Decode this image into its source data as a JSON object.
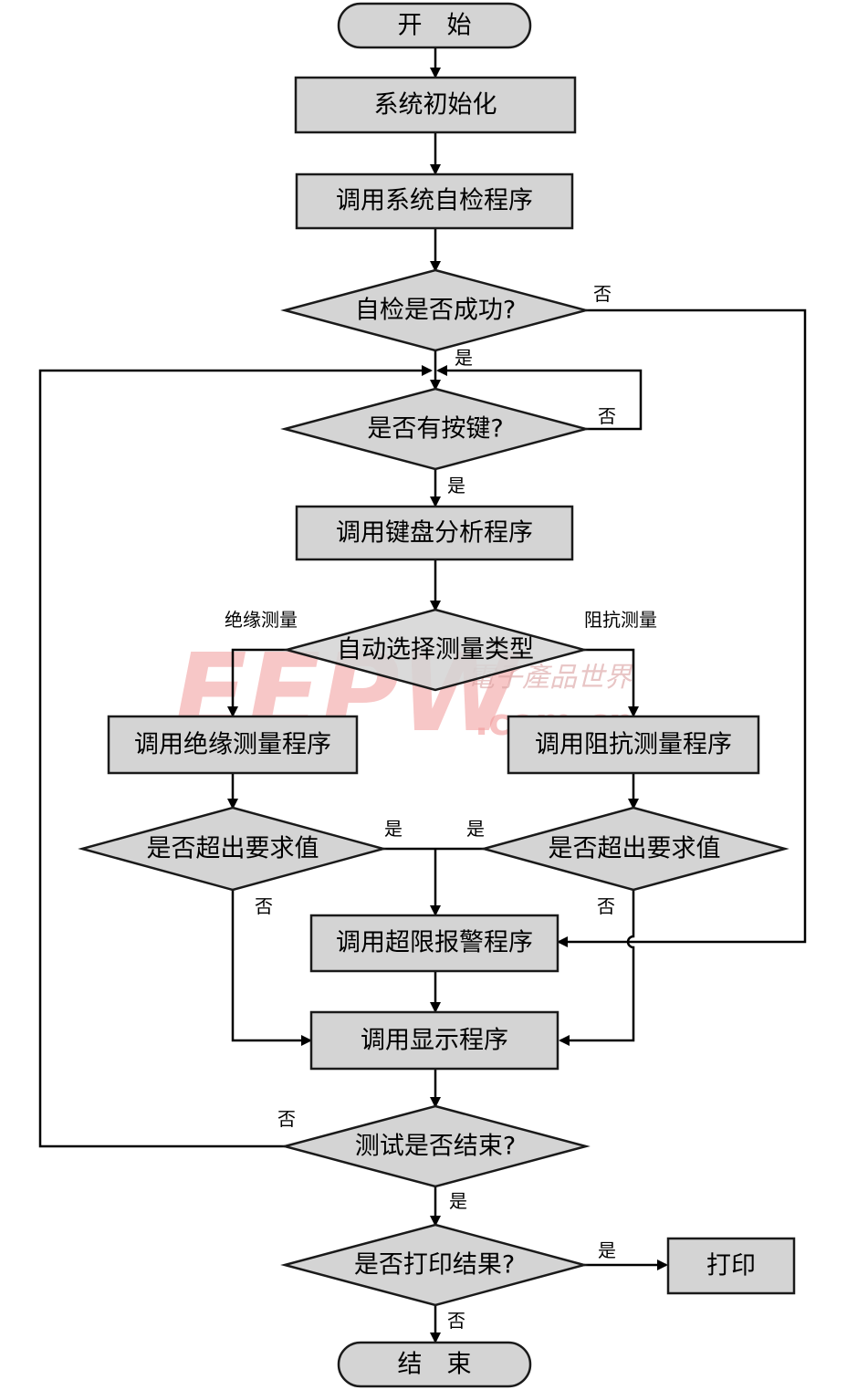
{
  "nodes": {
    "start": "开　始",
    "init": "系统初始化",
    "self_check": "调用系统自检程序",
    "self_check_ok": "自检是否成功?",
    "key_pressed": "是否有按键?",
    "keyboard_analysis": "调用键盘分析程序",
    "select_type": "自动选择测量类型",
    "insulation_program": "调用绝缘测量程序",
    "impedance_program": "调用阻抗测量程序",
    "insulation_exceed": "是否超出要求值",
    "impedance_exceed": "是否超出要求值",
    "alarm": "调用超限报警程序",
    "display": "调用显示程序",
    "test_end": "测试是否结束?",
    "print_q": "是否打印结果?",
    "print": "打印",
    "end": "结　束"
  },
  "edge_labels": {
    "self_check_no": "否",
    "self_check_yes": "是",
    "key_no": "否",
    "key_yes": "是",
    "insulation": "绝缘测量",
    "impedance": "阻抗测量",
    "insulation_exceed_yes": "是",
    "impedance_exceed_yes": "是",
    "insulation_exceed_no": "否",
    "impedance_exceed_no": "否",
    "test_end_no": "否",
    "test_end_yes": "是",
    "print_yes": "是",
    "print_no": "否"
  },
  "watermark": {
    "logo": "EEPW",
    "cn": "電子產品世界",
    "url": ".com.cn"
  },
  "colors": {
    "box_fill": "#d4d4d4",
    "stroke": "#000000",
    "watermark": "#f29a9a"
  }
}
